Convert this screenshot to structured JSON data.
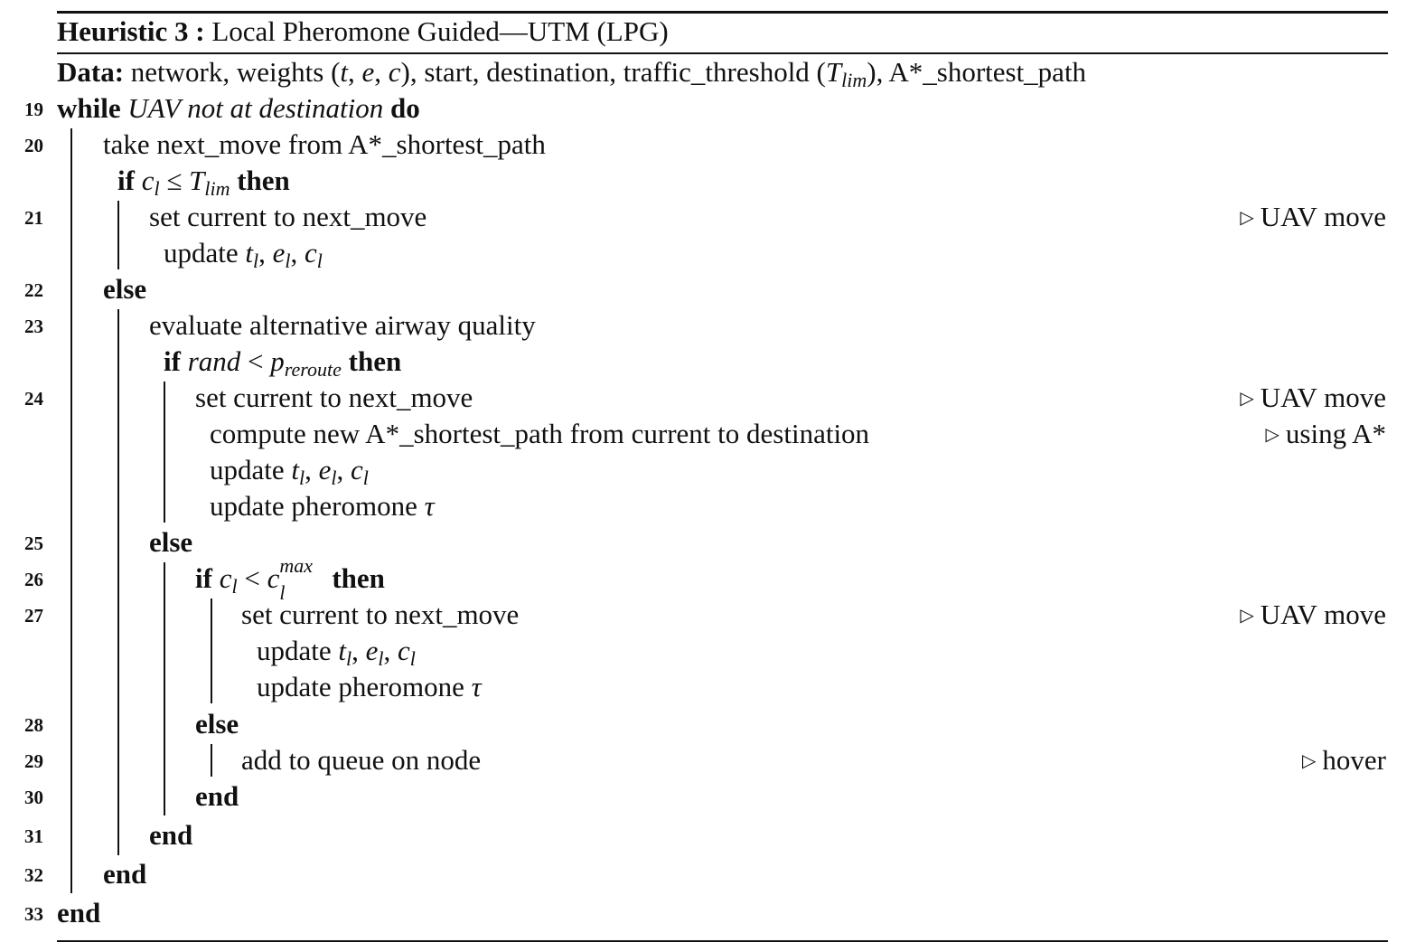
{
  "caption": {
    "label": "Heuristic 3 :",
    "title": "Local Pheromone Guided—UTM (LPG)"
  },
  "data": {
    "label": "Data:",
    "pre": "network, weights (",
    "t": "t",
    "e": "e",
    "c": "c",
    "mid": "), start, destination, traffic_threshold (",
    "T": "T",
    "lim": "lim",
    "post": "), A*_shortest_path"
  },
  "kw": {
    "while": "while",
    "do": "do",
    "if": "if",
    "then": "then",
    "else": "else",
    "end": "end"
  },
  "var": {
    "c": "c",
    "l": "l",
    "T": "T",
    "lim": "lim",
    "t": "t",
    "e": "e",
    "rand": "rand",
    "p": "p",
    "reroute": "reroute",
    "max": "max",
    "tau": "τ"
  },
  "sym": {
    "leq": "≤",
    "lt": "<",
    "comma": ", ",
    "triangle": "▷"
  },
  "lines": {
    "l19": {
      "num": "19",
      "cond": "UAV not at destination"
    },
    "l20": {
      "num": "20",
      "text": "take next_move from A*_shortest_path"
    },
    "l21": {
      "num": "21",
      "text": "set current to next_move",
      "comment": "UAV move"
    },
    "update": "update",
    "l22": {
      "num": "22"
    },
    "l23": {
      "num": "23",
      "text": "evaluate alternative airway quality"
    },
    "l24": {
      "num": "24",
      "text": "set current to next_move",
      "comment": "UAV move"
    },
    "l24b": {
      "text": "compute new A*_shortest_path from current to destination",
      "comment": "using A*"
    },
    "pheromone": "update pheromone",
    "l25": {
      "num": "25"
    },
    "l26": {
      "num": "26"
    },
    "l27": {
      "num": "27",
      "text": "set current to next_move",
      "comment": "UAV move"
    },
    "l28": {
      "num": "28"
    },
    "l29": {
      "num": "29",
      "text": "add to queue on node",
      "comment": "hover"
    },
    "l30": {
      "num": "30"
    },
    "l31": {
      "num": "31"
    },
    "l32": {
      "num": "32"
    },
    "l33": {
      "num": "33"
    }
  }
}
